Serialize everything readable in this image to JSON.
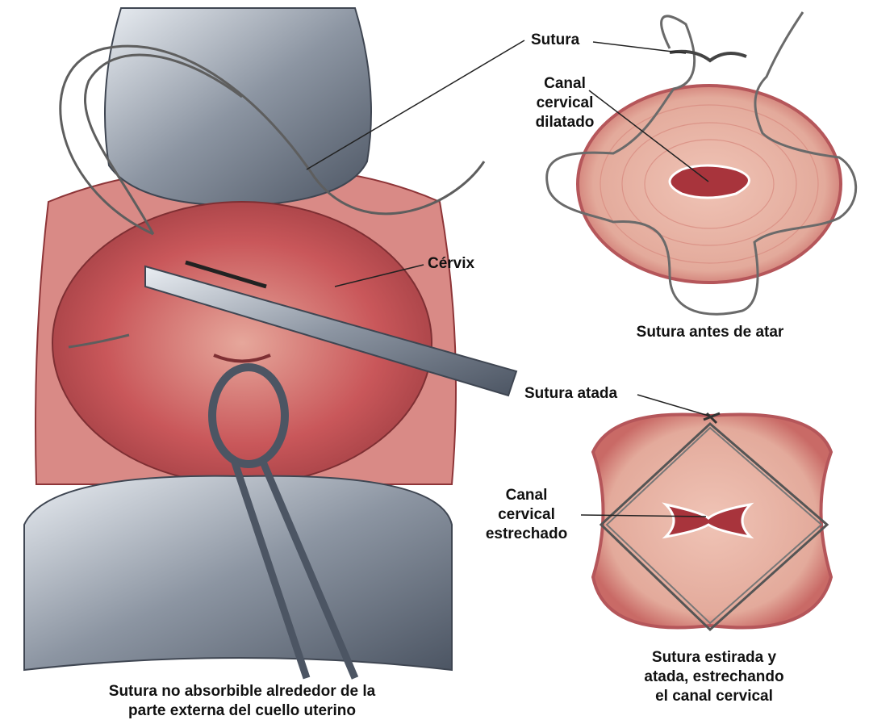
{
  "labels": {
    "sutura": "Sutura",
    "canal_dilatado": [
      "Canal",
      "cervical",
      "dilatado"
    ],
    "cervix": "Cérvix",
    "sutura_atada": "Sutura atada",
    "canal_estrechado": [
      "Canal",
      "cervical",
      "estrechado"
    ]
  },
  "captions": {
    "left": [
      "Sutura no absorbible alrededor de la",
      "parte externa del cuello uterino"
    ],
    "top_right": "Sutura antes de atar",
    "bottom_right": [
      "Sutura estirada y",
      "atada, estrechando",
      "el canal cervical"
    ]
  },
  "colors": {
    "tissue": "#c9575a",
    "tissue_light": "#e6a79b",
    "cross_section": "#e3aa9b",
    "canal": "#a8343c",
    "suture": "#6a6a6a",
    "speculum": "#8c95a2"
  }
}
